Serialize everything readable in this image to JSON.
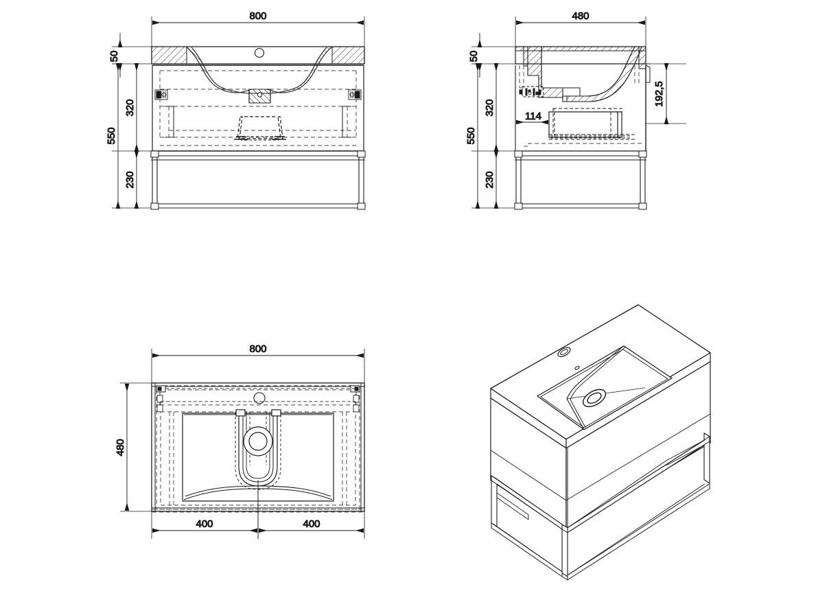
{
  "drawing": {
    "type": "technical-drawing",
    "subject": "bathroom vanity unit with washbasin",
    "units": "mm",
    "line_color": "#1a1a1a",
    "background": "#ffffff"
  },
  "views": {
    "front": {
      "name": "front-elevation",
      "dimensions": {
        "width": "800",
        "top_thickness": "50",
        "drawer_height": "320",
        "cabinet_height": "550",
        "frame_height": "230"
      }
    },
    "side": {
      "name": "side-elevation",
      "dimensions": {
        "depth": "480",
        "top_thickness": "50",
        "drawer_height": "320",
        "cabinet_height": "550",
        "frame_height": "230",
        "basin_depth_offset": "192,5",
        "drawer_inset": "114"
      }
    },
    "top": {
      "name": "top-plan-view",
      "dimensions": {
        "width": "800",
        "depth": "480",
        "half_left": "400",
        "half_right": "400"
      }
    },
    "iso": {
      "name": "isometric-3d-view"
    }
  }
}
